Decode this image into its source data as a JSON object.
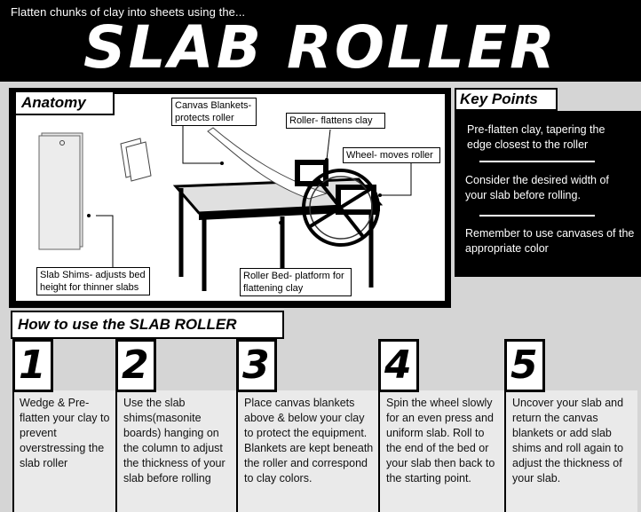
{
  "header": {
    "subtitle": "Flatten chunks of clay into sheets using the...",
    "title": "SLAB ROLLER"
  },
  "anatomy": {
    "label": "Anatomy",
    "callouts": {
      "canvas": "Canvas Blankets- protects roller",
      "roller": "Roller- flattens clay",
      "wheel": "Wheel- moves roller",
      "shims": "Slab Shims- adjusts bed height for thinner slabs",
      "bed": "Roller Bed- platform for flattening clay"
    }
  },
  "key_points": {
    "label": "Key Points",
    "items": [
      "Pre-flatten clay, tapering the edge closest to the roller",
      "Consider the desired width of your slab before rolling.",
      "Remember to use canvases of the appropriate color"
    ]
  },
  "how_to": {
    "label": "How to use the SLAB ROLLER",
    "steps": [
      {
        "number": "1",
        "text": "Wedge & Pre-flatten your clay to prevent overstressing the slab roller"
      },
      {
        "number": "2",
        "text": "Use the slab shims(masonite boards) hanging on the column to adjust the thickness of your slab before rolling"
      },
      {
        "number": "3",
        "text": "Place canvas blankets above & below your clay to protect the equipment. Blankets are kept beneath the roller and correspond to clay colors."
      },
      {
        "number": "4",
        "text": "Spin the wheel slowly for an even press and uniform slab. Roll to the end of the bed or your slab then back to the starting point."
      },
      {
        "number": "5",
        "text": "Uncover your slab and return the canvas blankets or add slab shims and roll again to adjust the thickness of your slab."
      }
    ]
  }
}
